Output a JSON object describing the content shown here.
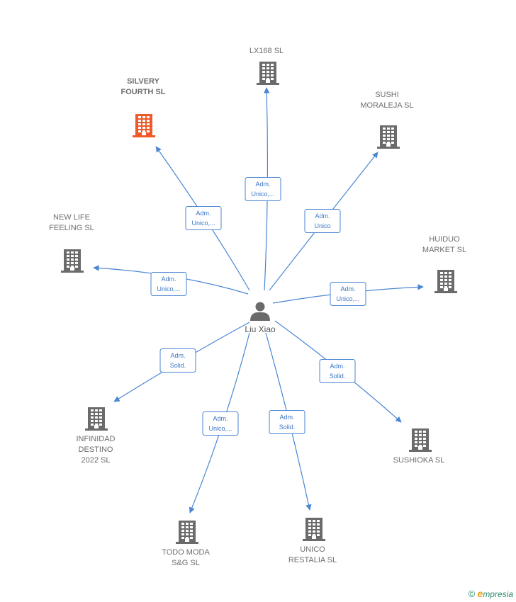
{
  "colors": {
    "edge": "#4a86d3",
    "building": "#6b6b6b",
    "highlight": "#f05a28",
    "person": "#6b6b6b"
  },
  "center": {
    "name": "Liu Xiao",
    "icon": "person-icon"
  },
  "nodes": [
    {
      "id": "lx168",
      "lines": [
        "LX168  SL"
      ],
      "highlight": false,
      "edge": [
        "Adm.",
        "Unico,..."
      ]
    },
    {
      "id": "silvery",
      "lines": [
        "SILVERY",
        "FOURTH  SL"
      ],
      "highlight": true,
      "edge": [
        "Adm.",
        "Unico,..."
      ]
    },
    {
      "id": "sushi-moraleja",
      "lines": [
        "SUSHI",
        "MORALEJA  SL"
      ],
      "highlight": false,
      "edge": [
        "Adm.",
        "Unico"
      ]
    },
    {
      "id": "new-life",
      "lines": [
        "NEW LIFE",
        "FEELING  SL"
      ],
      "highlight": false,
      "edge": [
        "Adm.",
        "Unico,..."
      ]
    },
    {
      "id": "huiduo",
      "lines": [
        "HUIDUO",
        "MARKET  SL"
      ],
      "highlight": false,
      "edge": [
        "Adm.",
        "Unico,..."
      ]
    },
    {
      "id": "infinidad",
      "lines": [
        "INFINIDAD",
        "DESTINO",
        "2022  SL"
      ],
      "highlight": false,
      "edge": [
        "Adm.",
        "Solid."
      ]
    },
    {
      "id": "sushioka",
      "lines": [
        "SUSHIOKA  SL"
      ],
      "highlight": false,
      "edge": [
        "Adm.",
        "Solid."
      ]
    },
    {
      "id": "todo-moda",
      "lines": [
        "TODO MODA",
        "S&G  SL"
      ],
      "highlight": false,
      "edge": [
        "Adm.",
        "Unico,..."
      ]
    },
    {
      "id": "unico-restalia",
      "lines": [
        "UNICO",
        "RESTALIA  SL"
      ],
      "highlight": false,
      "edge": [
        "Adm.",
        "Solid."
      ]
    }
  ],
  "footer": {
    "copyright": "©",
    "brand_initial": "e",
    "brand_rest": "mpresia"
  }
}
